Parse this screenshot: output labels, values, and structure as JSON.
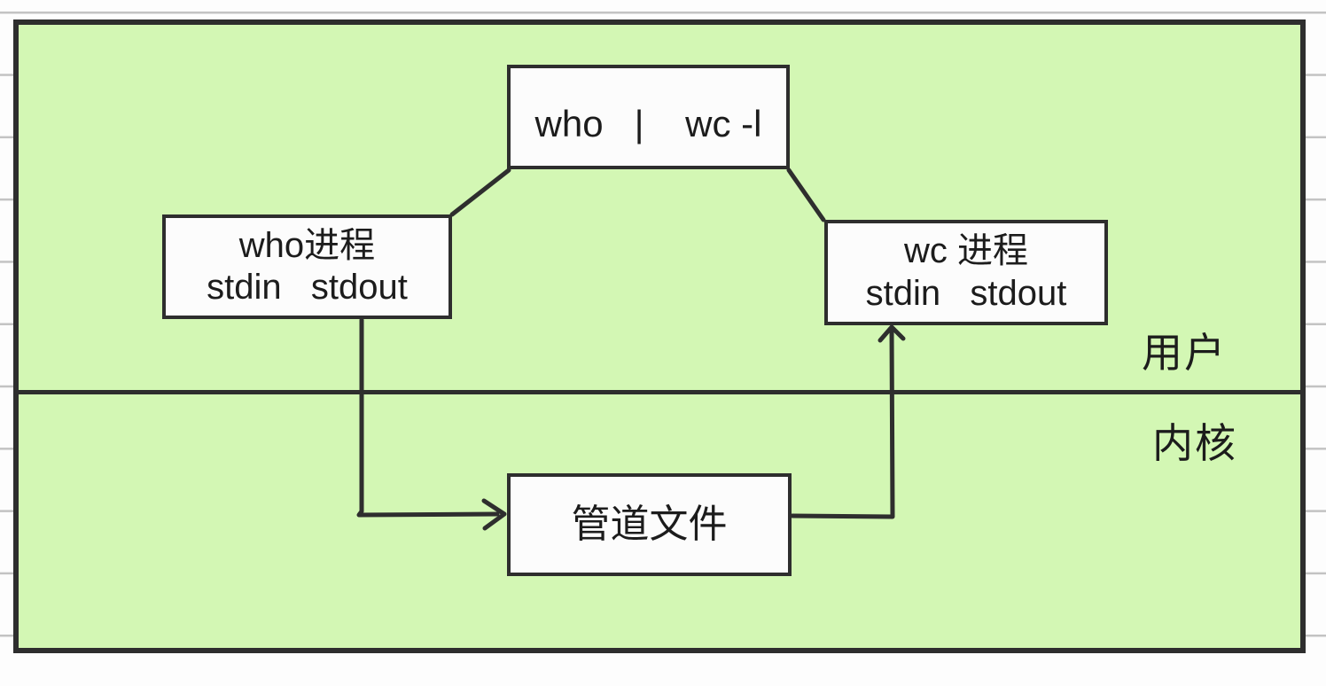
{
  "nodes": {
    "command": {
      "label": "who   |    wc -l"
    },
    "who_process": {
      "title": "who进程",
      "subtitle": "stdin   stdout"
    },
    "wc_process": {
      "title": "wc 进程",
      "subtitle": "stdin   stdout"
    },
    "pipe_file": {
      "label": "管道文件"
    }
  },
  "regions": {
    "user": "用户",
    "kernel": "内核"
  },
  "colors": {
    "canvas_fill": "#d3f7b4",
    "line": "#2e2e2e",
    "node_fill": "#fcfcfc",
    "grid_line": "#c3c3c3",
    "page_background": "#fdfdfd",
    "text": "#1c1c1c"
  }
}
